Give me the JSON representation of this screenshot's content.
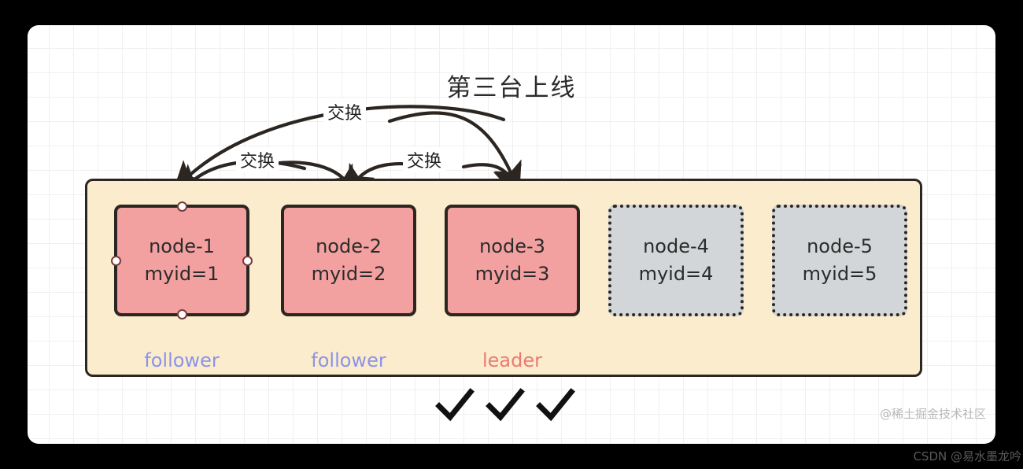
{
  "diagram": {
    "title": "第三台上线",
    "panel_label": "zookeeper-cluster-panel",
    "arrows": [
      {
        "label": "交换",
        "from": "node-3",
        "to": "node-1"
      },
      {
        "label": "交换",
        "from": "node-2",
        "to": "node-1"
      },
      {
        "label": "交换",
        "from": "node-2",
        "to": "node-3"
      }
    ],
    "nodes": [
      {
        "name": "node-1",
        "myid": "myid=1",
        "role": "follower",
        "state": "active",
        "role_color": "#8b93e8"
      },
      {
        "name": "node-2",
        "myid": "myid=2",
        "role": "follower",
        "state": "active",
        "role_color": "#8b93e8"
      },
      {
        "name": "node-3",
        "myid": "myid=3",
        "role": "leader",
        "state": "active",
        "role_color": "#ec7a72"
      },
      {
        "name": "node-4",
        "myid": "myid=4",
        "role": "",
        "state": "inactive",
        "role_color": ""
      },
      {
        "name": "node-5",
        "myid": "myid=5",
        "role": "",
        "state": "inactive",
        "role_color": ""
      }
    ],
    "checkmarks": [
      "✓",
      "✓",
      "✓"
    ],
    "colors": {
      "canvas": "#ffffff",
      "grid_line": "#f0f0f0",
      "panel_fill": "#fbeccd",
      "panel_stroke": "#2c2622",
      "node_active_fill": "#f3a0a0",
      "node_inactive_fill": "#d3d6d8",
      "follower_text": "#8b93e8",
      "leader_text": "#ec7a72",
      "frame": "#000000"
    }
  },
  "watermarks": {
    "top": "@稀土掘金技术社区",
    "bottom": "CSDN @易水墨龙吟"
  }
}
